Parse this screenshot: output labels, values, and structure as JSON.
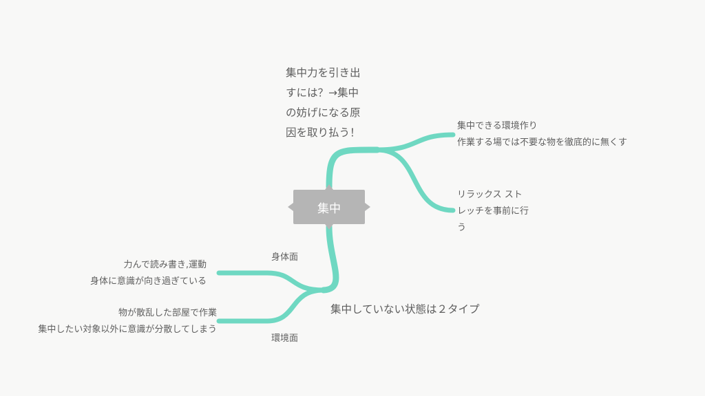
{
  "center": {
    "label": "集中"
  },
  "colors": {
    "branch": "#6fd8c2",
    "node": "#b5b5b5",
    "node_text": "#ffffff",
    "text": "#5e5e5e"
  },
  "topics": {
    "question": "集中力を引き出\nすには？→集中\nの妨げになる原\n因を取り払う！",
    "environment_make": "集中できる環境作り\n作業する場では不要な物を徹底的に無くす",
    "relax": "リラックス スト\nレッチを事前に行\nう",
    "two_types": "集中していない状態は２タイプ",
    "body": "身体面",
    "body_detail": "力んで読み書き,運動\n身体に意識が向き過ぎている",
    "env": "環境面",
    "env_detail": "物が散乱した部屋で作業\n集中したい対象以外に意識が分散してしまう"
  }
}
